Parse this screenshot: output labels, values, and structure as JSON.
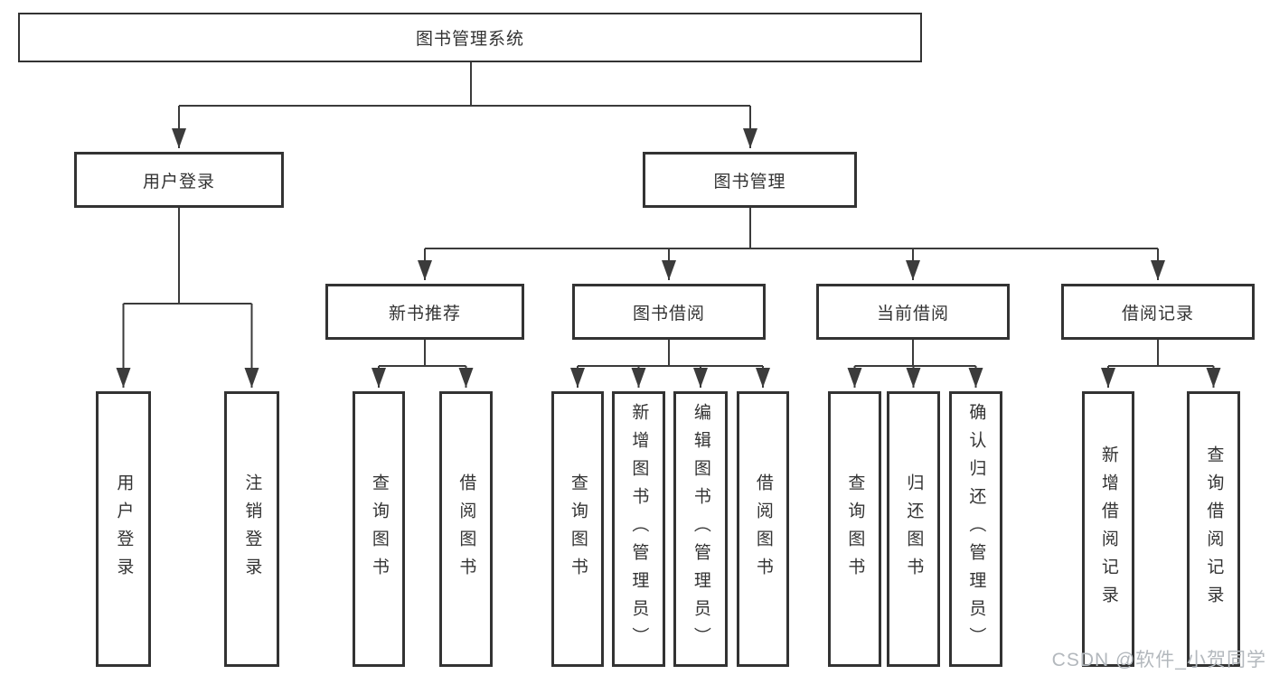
{
  "diagram_type": "hierarchy",
  "tree": {
    "root": {
      "label": "图书管理系统",
      "children": [
        {
          "label": "用户登录",
          "children": [
            {
              "label": "用户登录"
            },
            {
              "label": "注销登录"
            }
          ]
        },
        {
          "label": "图书管理",
          "children": [
            {
              "label": "新书推荐",
              "children": [
                {
                  "label": "查询图书"
                },
                {
                  "label": "借阅图书"
                }
              ]
            },
            {
              "label": "图书借阅",
              "children": [
                {
                  "label": "查询图书"
                },
                {
                  "label": "新增图书（管理员）"
                },
                {
                  "label": "编辑图书（管理员）"
                },
                {
                  "label": "借阅图书"
                }
              ]
            },
            {
              "label": "当前借阅",
              "children": [
                {
                  "label": "查询图书"
                },
                {
                  "label": "归还图书"
                },
                {
                  "label": "确认归还（管理员）"
                }
              ]
            },
            {
              "label": "借阅记录",
              "children": [
                {
                  "label": "新增借阅记录"
                },
                {
                  "label": "查询借阅记录"
                }
              ]
            }
          ]
        }
      ]
    }
  },
  "watermark": {
    "text": "CSDN @软件_小贺同学"
  },
  "colors": {
    "line": "#3b3b3b",
    "box_border": "#333333",
    "text": "#333333",
    "watermark": "#b3b8bd",
    "background": "#ffffff"
  }
}
